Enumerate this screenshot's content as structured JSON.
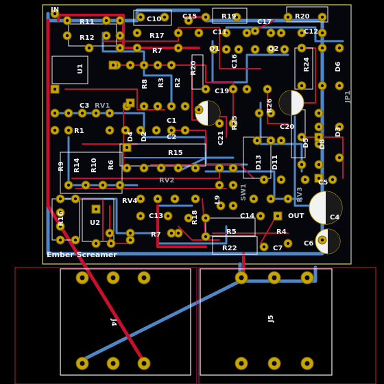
{
  "board_title": "Ember Screamer",
  "refs": {
    "in": "IN",
    "out": "OUT",
    "r11": "R11",
    "r12": "R12",
    "u1": "U1",
    "c10": "C10",
    "r17": "R17",
    "r7": "R7",
    "c15": "C15",
    "r19": "R19",
    "c11": "C11",
    "c17": "C17",
    "r20": "R20",
    "c12": "C12",
    "q1": "Q1",
    "q2": "Q2",
    "r20b": "R20",
    "c16": "C16",
    "r24": "R24",
    "d6": "D6",
    "jp1": "JP1",
    "c3": "C3",
    "rv1": "RV1",
    "r8": "R8",
    "r3": "R3",
    "r2": "R2",
    "r1": "R1",
    "c1": "C1",
    "c19": "C19",
    "r26": "R26",
    "c20": "C20",
    "c21": "C21",
    "r25": "R25",
    "c2": "C2",
    "d4": "D4",
    "d2": "D2",
    "r15": "R15",
    "d5": "D5",
    "d8": "D8",
    "d3": "D3",
    "r9": "R9",
    "r14": "R14",
    "r10": "R10",
    "r6": "R6",
    "rv2": "RV2",
    "d13": "D13",
    "d11": "D11",
    "c5": "C5",
    "rv4": "RV4",
    "rv3": "RV3",
    "sw1": "SW1",
    "r16": "R16",
    "u2": "U2",
    "c13": "C13",
    "r18": "R18",
    "l9": "L9",
    "c14": "C14",
    "c4": "C4",
    "r5": "R5",
    "r4": "R4",
    "r7b": "R7",
    "r22": "R22",
    "c7": "C7",
    "c6": "C6",
    "j4": "J4",
    "j5": "J5"
  },
  "colors": {
    "background": "#000000",
    "board_edge": "#d8d56a",
    "silkscreen": "#f2f2f2",
    "front_copper": "#c8102e",
    "back_copper": "#4f86c6",
    "pad": "#c8a400",
    "courtyard": "#c2185b"
  }
}
